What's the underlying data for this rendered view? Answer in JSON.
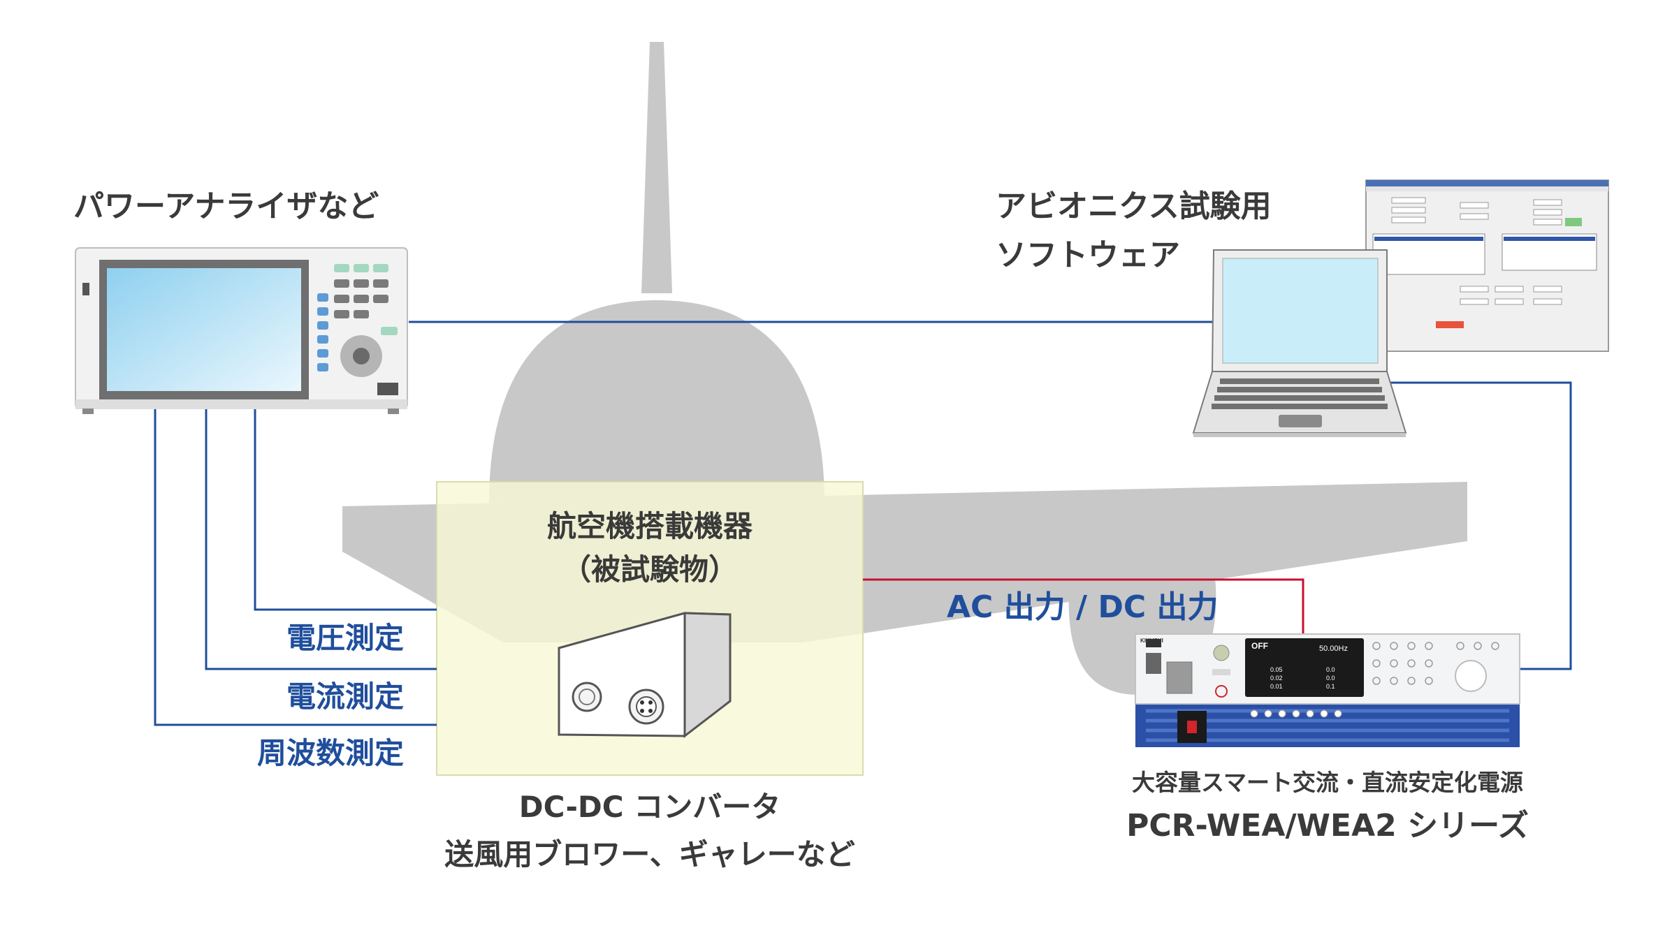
{
  "labels": {
    "power_analyzer": "パワーアナライザなど",
    "software_line1": "アビオニクス試験用",
    "software_line2": "ソフトウェア",
    "dut_title": "航空機搭載機器",
    "dut_subtitle": "（被試験物）",
    "voltage_measure": "電圧測定",
    "current_measure": "電流測定",
    "frequency_measure": "周波数測定",
    "ac_dc_output": "AC 出力 / DC 出力",
    "dut_examples_line1": "DC-DC コンバータ",
    "dut_examples_line2": "送風用ブロワー、ギャレーなど",
    "psu_description": "大容量スマート交流・直流安定化電源",
    "psu_model": "PCR-WEA/WEA2 シリーズ"
  },
  "psu_panel": {
    "brand": "KIKUSUI",
    "output_off": "OFF",
    "frequency": "50.00Hz",
    "readings_left": [
      "0.05",
      "0.02",
      "0.01"
    ],
    "readings_right": [
      "0.0",
      "0.0",
      "0.1"
    ]
  },
  "colors": {
    "signal_line": "#1f4e9c",
    "power_line": "#c8102e",
    "label_blue": "#1f4e9c",
    "label_dark": "#3a3a3a",
    "airplane": "#c8c8c8",
    "dut_box": "#f8f9d6",
    "psu_blue": "#2a50a8"
  },
  "icons": [
    "power-analyzer-icon",
    "laptop-icon",
    "software-window-icon",
    "dc-dc-converter-icon",
    "power-supply-icon",
    "airplane-silhouette"
  ]
}
